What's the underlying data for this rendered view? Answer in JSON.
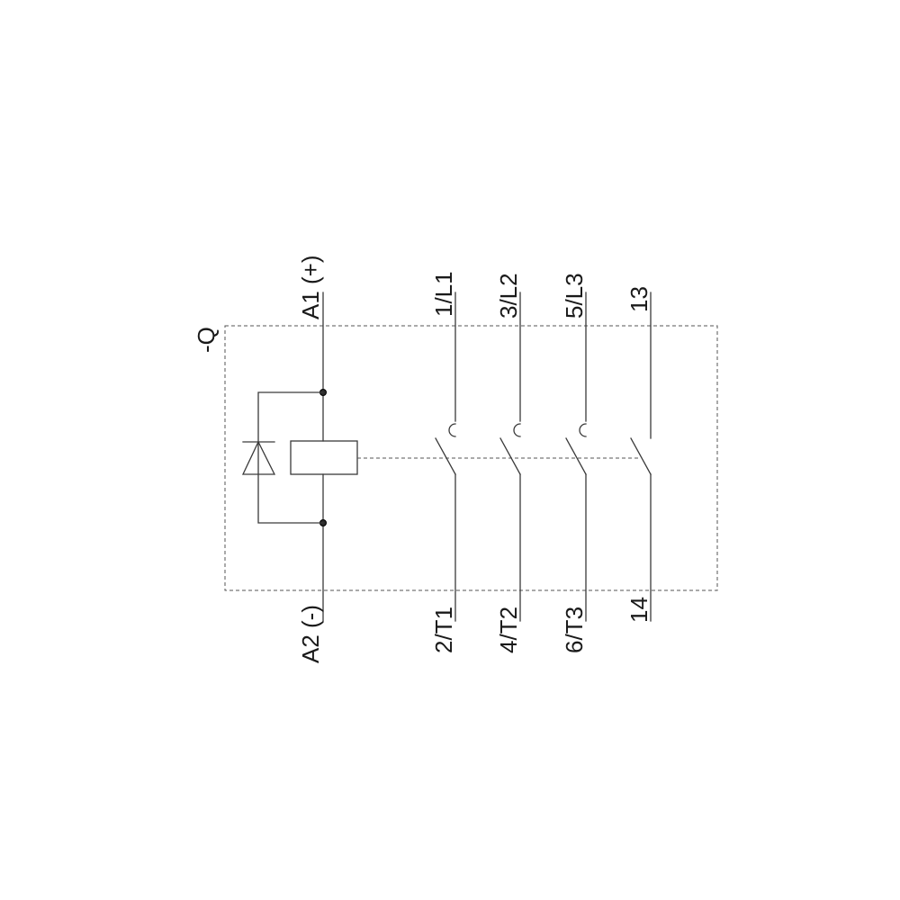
{
  "device_tag": "-Q",
  "coil": {
    "top_terminal": "A1 (+)",
    "bottom_terminal": "A2 (-)"
  },
  "main_contacts": [
    {
      "line": "1/L1",
      "load": "2/T1"
    },
    {
      "line": "3/L2",
      "load": "4/T2"
    },
    {
      "line": "5/L3",
      "load": "6/T3"
    }
  ],
  "aux_contact": {
    "top": "13",
    "bottom": "14"
  },
  "colors": {
    "line": "#3a3a3a",
    "boundary": "#555555",
    "text": "#1a1a1a"
  }
}
